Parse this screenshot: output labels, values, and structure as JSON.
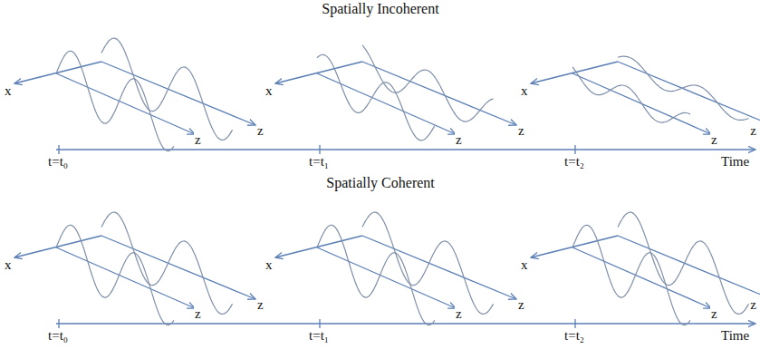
{
  "diagram": {
    "labels": [
      "Spatially Incoherent",
      "x",
      "z",
      "z",
      "t=t₀",
      "x",
      "z",
      "z",
      "t=t₁",
      "x",
      "z",
      "z",
      "t=t₂",
      "Time",
      "Spatially Coherent",
      "x",
      "z",
      "z",
      "t=t₀",
      "x",
      "z",
      "z",
      "t=t₁",
      "x",
      "z",
      "z",
      "t=t₂",
      "Time"
    ]
  }
}
